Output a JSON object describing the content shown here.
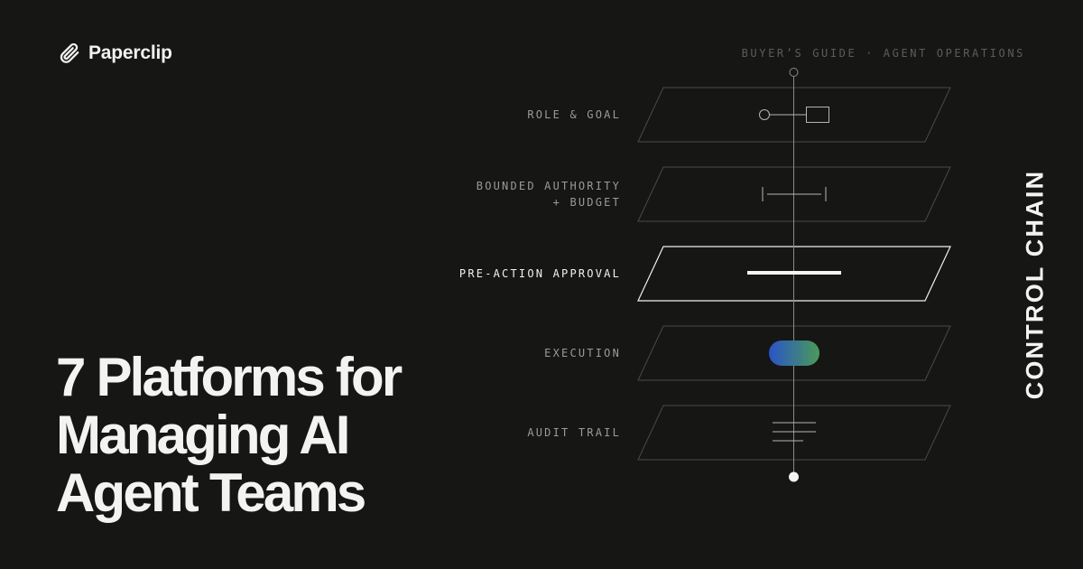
{
  "brand": {
    "name": "Paperclip",
    "icon": "paperclip-icon"
  },
  "kicker": "BUYER’S GUIDE · AGENT OPERATIONS",
  "headline": {
    "lines": [
      "7 Platforms for",
      "Managing AI",
      "Agent Teams"
    ]
  },
  "side_title": "CONTROL CHAIN",
  "layers": [
    {
      "label_lines": [
        "ROLE & GOAL"
      ],
      "active": false,
      "glyph": "node-link-box-icon"
    },
    {
      "label_lines": [
        "BOUNDED AUTHORITY",
        "+ BUDGET"
      ],
      "active": false,
      "glyph": "bounded-range-icon"
    },
    {
      "label_lines": [
        "PRE-ACTION APPROVAL"
      ],
      "active": true,
      "glyph": "approval-bar-icon"
    },
    {
      "label_lines": [
        "EXECUTION"
      ],
      "active": false,
      "glyph": "execution-pill-icon"
    },
    {
      "label_lines": [
        "AUDIT TRAIL"
      ],
      "active": false,
      "glyph": "log-lines-icon"
    }
  ],
  "colors": {
    "background": "#161615",
    "text_primary": "#f3f3f1",
    "text_muted": "#9a9a96",
    "kicker": "#5c5c59",
    "layer_outline": "#4a4a47",
    "layer_outline_active": "#f1f1ef",
    "pill_gradient_start": "#2a54c7",
    "pill_gradient_end": "#4a9a5a"
  }
}
